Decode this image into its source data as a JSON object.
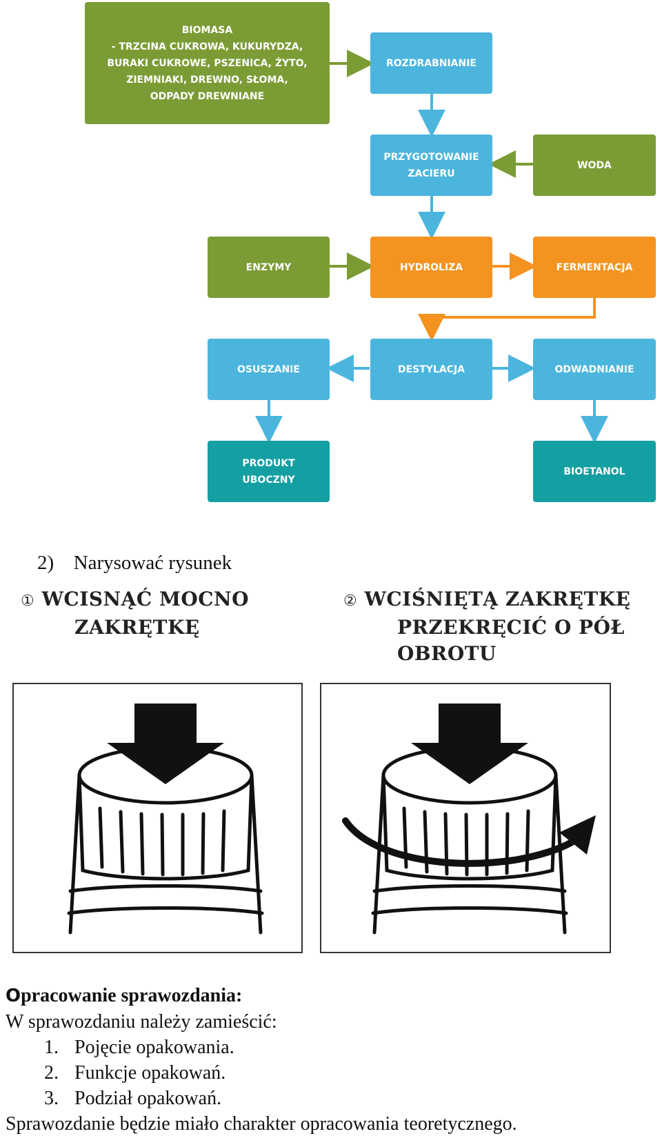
{
  "flowchart": {
    "biomasa": [
      "BIOMASA",
      "- TRZCINA CUKROWA, KUKURYDZA,",
      "BURAKI CUKROWE, PSZENICA, ŻYTO,",
      "ZIEMNIAKI, DREWNO, SŁOMA,",
      "ODPADY DREWNIANE"
    ],
    "rozdrabnianie": "ROZDRABNIANIE",
    "przygotowanie": [
      "PRZYGOTOWANIE",
      "ZACIERU"
    ],
    "woda": "WODA",
    "enzymy": "ENZYMY",
    "hydroliza": "HYDROLIZA",
    "fermentacja": "FERMENTACJA",
    "osuszanie": "OSUSZANIE",
    "destylacja": "DESTYLACJA",
    "odwadnianie": "ODWADNIANIE",
    "produkt": [
      "PRODUKT",
      "UBOCZNY"
    ],
    "bioetanol": "BIOETANOL",
    "colors": {
      "green": "#7b9c35",
      "blue": "#4bb5dd",
      "orange": "#f4931f",
      "teal": "#149fa2"
    }
  },
  "section2": {
    "number": "2)",
    "title": "Narysować rysunek"
  },
  "steps": {
    "step1": {
      "num": "①",
      "lines": [
        "WCISNĄĆ MOCNO",
        "ZAKRĘTKĘ"
      ]
    },
    "step2": {
      "num": "②",
      "lines": [
        "WCIŚNIĘTĄ ZAKRĘTKĘ",
        "PRZEKRĘCIĆ O PÓŁ",
        "OBROTU"
      ]
    }
  },
  "report": {
    "title_first": "O",
    "title_rest": "pracowanie sprawozdania:",
    "intro": "W sprawozdaniu należy zamieścić:",
    "items": [
      {
        "n": "1.",
        "text": "Pojęcie opakowania."
      },
      {
        "n": "2.",
        "text": "Funkcje opakowań."
      },
      {
        "n": "3.",
        "text": "Podział opakowań."
      }
    ],
    "closing": "Sprawozdanie będzie miało charakter opracowania teoretycznego."
  }
}
